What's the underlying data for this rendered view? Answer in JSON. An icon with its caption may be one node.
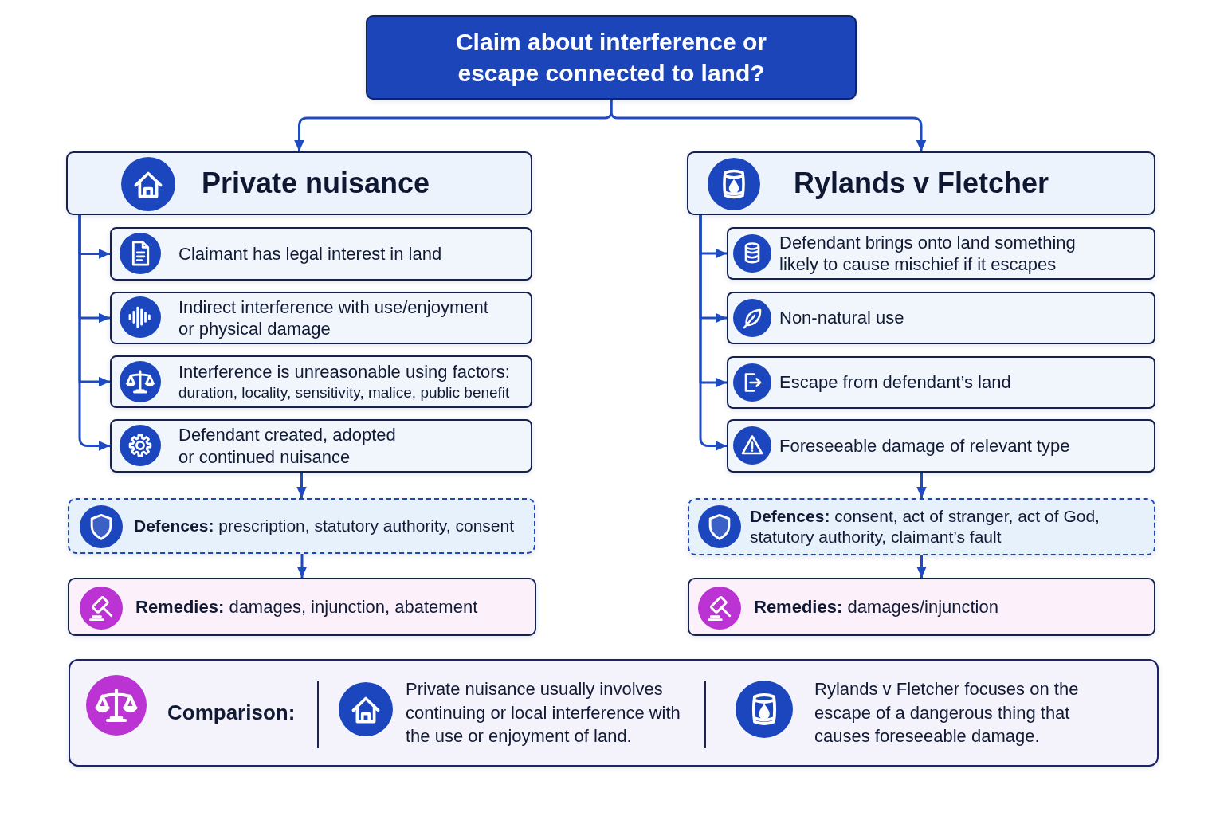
{
  "diagram": {
    "nodes": [
      {
        "text": [
          "Claim about interference or escape connected to land?"
        ]
      },
      {
        "text": [
          "Private nuisance"
        ]
      },
      {
        "text": [
          "Claimant has legal interest in land"
        ]
      },
      {
        "text": [
          "Indirect interference with use/enjoyment or physical damage"
        ]
      },
      {
        "text": [
          "Interference is unreasonable using factors:",
          "duration, locality, sensitivity, malice, public benefit"
        ]
      },
      {
        "text": [
          "Defendant created, adopted or continued nuisance"
        ]
      },
      {
        "text": [
          "**Defences:** prescription, statutory authority, consent"
        ]
      },
      {
        "text": [
          "**Remedies:** damages, injunction, abatement"
        ]
      },
      {
        "text": [
          "Rylands v Fletcher"
        ]
      },
      {
        "text": [
          "Defendant brings onto land something likely to cause mischief if it escapes"
        ]
      },
      {
        "text": [
          "Non-natural use"
        ]
      },
      {
        "text": [
          "Escape from defendant’s land"
        ]
      },
      {
        "text": [
          "Foreseeable damage of relevant type"
        ]
      },
      {
        "text": [
          "**Defences:** consent, act of stranger, act of God, statutory authority, claimant’s fault"
        ]
      },
      {
        "text": [
          "**Remedies:** damages/injunction"
        ]
      },
      {
        "text": [
          "Comparison:",
          "Private nuisance usually involves continuing or local interference with the use or enjoyment of land.",
          "Rylands v Fletcher focuses on the escape of a dangerous thing that causes foreseeable damage."
        ]
      }
    ],
    "edges": [
      {
        "from": 0,
        "to": 1,
        "arrow": "to"
      },
      {
        "from": 0,
        "to": 8,
        "arrow": "to"
      },
      {
        "from": 1,
        "to": 2,
        "arrow": "to"
      },
      {
        "from": 1,
        "to": 3,
        "arrow": "to"
      },
      {
        "from": 1,
        "to": 4,
        "arrow": "to"
      },
      {
        "from": 1,
        "to": 5,
        "arrow": "to"
      },
      {
        "from": 5,
        "to": 6,
        "arrow": "to"
      },
      {
        "from": 6,
        "to": 7,
        "arrow": "to"
      },
      {
        "from": 8,
        "to": 9,
        "arrow": "to"
      },
      {
        "from": 8,
        "to": 10,
        "arrow": "to"
      },
      {
        "from": 8,
        "to": 11,
        "arrow": "to"
      },
      {
        "from": 8,
        "to": 12,
        "arrow": "to"
      },
      {
        "from": 12,
        "to": 13,
        "arrow": "to"
      },
      {
        "from": 13,
        "to": 14,
        "arrow": "to"
      }
    ]
  }
}
